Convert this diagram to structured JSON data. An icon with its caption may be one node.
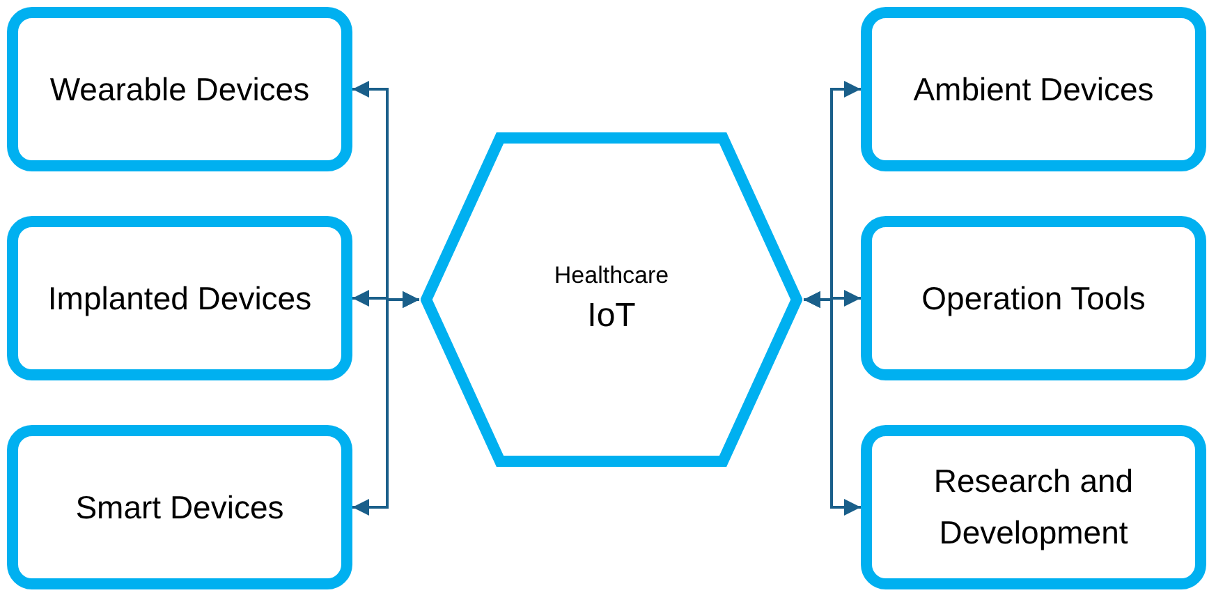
{
  "diagram": {
    "nodes": [
      {
        "text": [
          "Wearable Devices"
        ]
      },
      {
        "text": [
          "Implanted Devices"
        ]
      },
      {
        "text": [
          "Smart Devices"
        ]
      },
      {
        "text": [
          "Healthcare",
          "IoT"
        ]
      },
      {
        "text": [
          "Ambient Devices"
        ]
      },
      {
        "text": [
          "Operation Tools"
        ]
      },
      {
        "text": [
          "Research and Development"
        ]
      }
    ],
    "edges": [
      {
        "from": 3,
        "to": 0,
        "arrow": "both"
      },
      {
        "from": 3,
        "to": 1,
        "arrow": "both"
      },
      {
        "from": 3,
        "to": 2,
        "arrow": "both"
      },
      {
        "from": 3,
        "to": 4,
        "arrow": "both"
      },
      {
        "from": 3,
        "to": 5,
        "arrow": "both"
      },
      {
        "from": 3,
        "to": 6,
        "arrow": "both"
      }
    ]
  }
}
